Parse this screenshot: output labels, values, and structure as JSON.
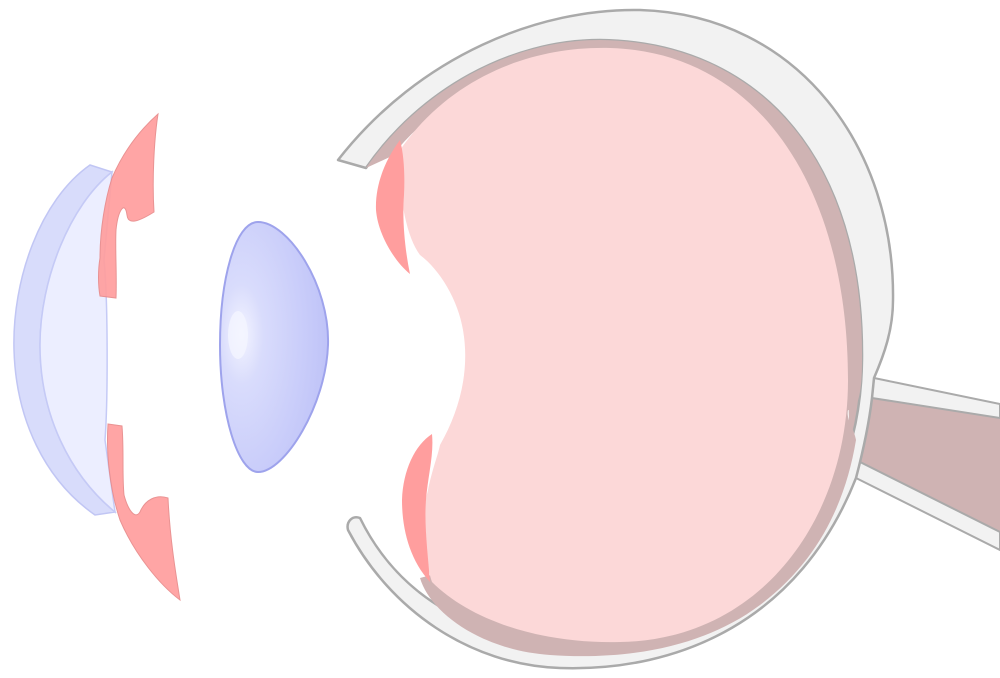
{
  "diagram": {
    "title": "",
    "labels": [],
    "parts": [
      {
        "id": "cornea",
        "color": "#c8cdfa"
      },
      {
        "id": "iris",
        "color": "#ff9e9e"
      },
      {
        "id": "lens",
        "color": "#a5aaf5"
      },
      {
        "id": "sclera",
        "color": "#f2f2f2"
      },
      {
        "id": "choroid",
        "color": "#cfb3b3"
      },
      {
        "id": "vitreous-body",
        "color": "#fcd8d8"
      },
      {
        "id": "ciliary-body",
        "color": "#ff9e9e"
      },
      {
        "id": "optic-nerve",
        "color": "#cfb3b3"
      }
    ]
  }
}
